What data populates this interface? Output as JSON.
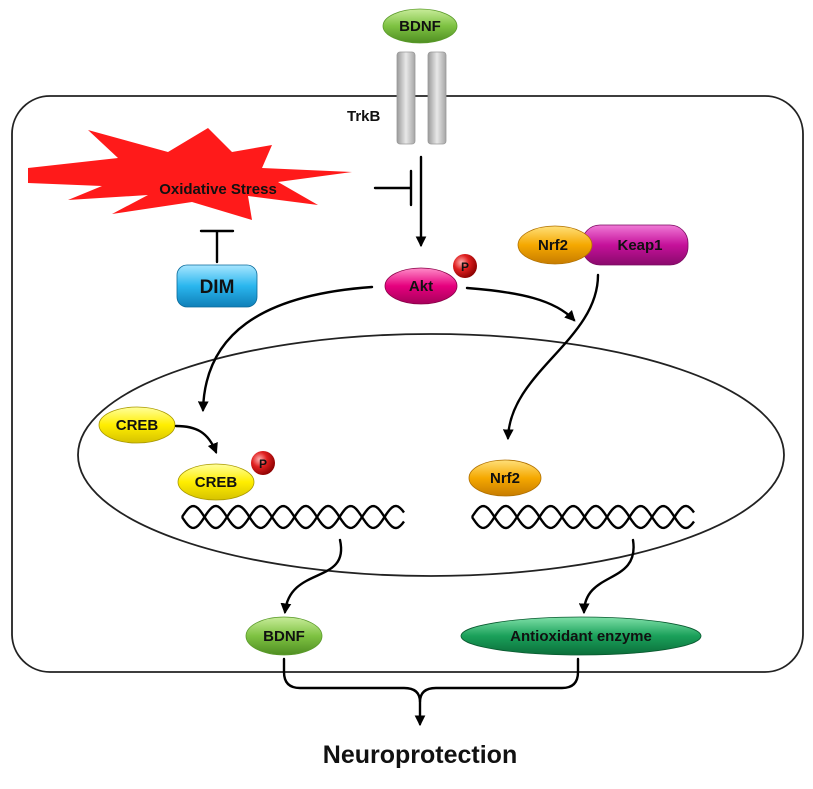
{
  "nodes": {
    "bdnf_top": "BDNF",
    "trkb": "TrkB",
    "oxidative_stress": "Oxidative Stress",
    "dim": "DIM",
    "akt": "Akt",
    "akt_p": "P",
    "nrf2_cyto": "Nrf2",
    "keap1": "Keap1",
    "creb": "CREB",
    "creb_p": "CREB",
    "creb_p_p": "P",
    "nrf2_nucleus": "Nrf2",
    "bdnf_bottom": "BDNF",
    "antioxidant": "Antioxidant enzyme",
    "outcome": "Neuroprotection"
  },
  "colors": {
    "bdnf": "#7ec242",
    "receptor": "#cfcfcf",
    "stress": "#ff1a1a",
    "dim": "#2ab6ee",
    "akt": "#e6007e",
    "phospho": "#e02020",
    "nrf2": "#f5a800",
    "keap1": "#c5119a",
    "creb": "#ffee00",
    "antioxidant": "#1aa05a"
  }
}
